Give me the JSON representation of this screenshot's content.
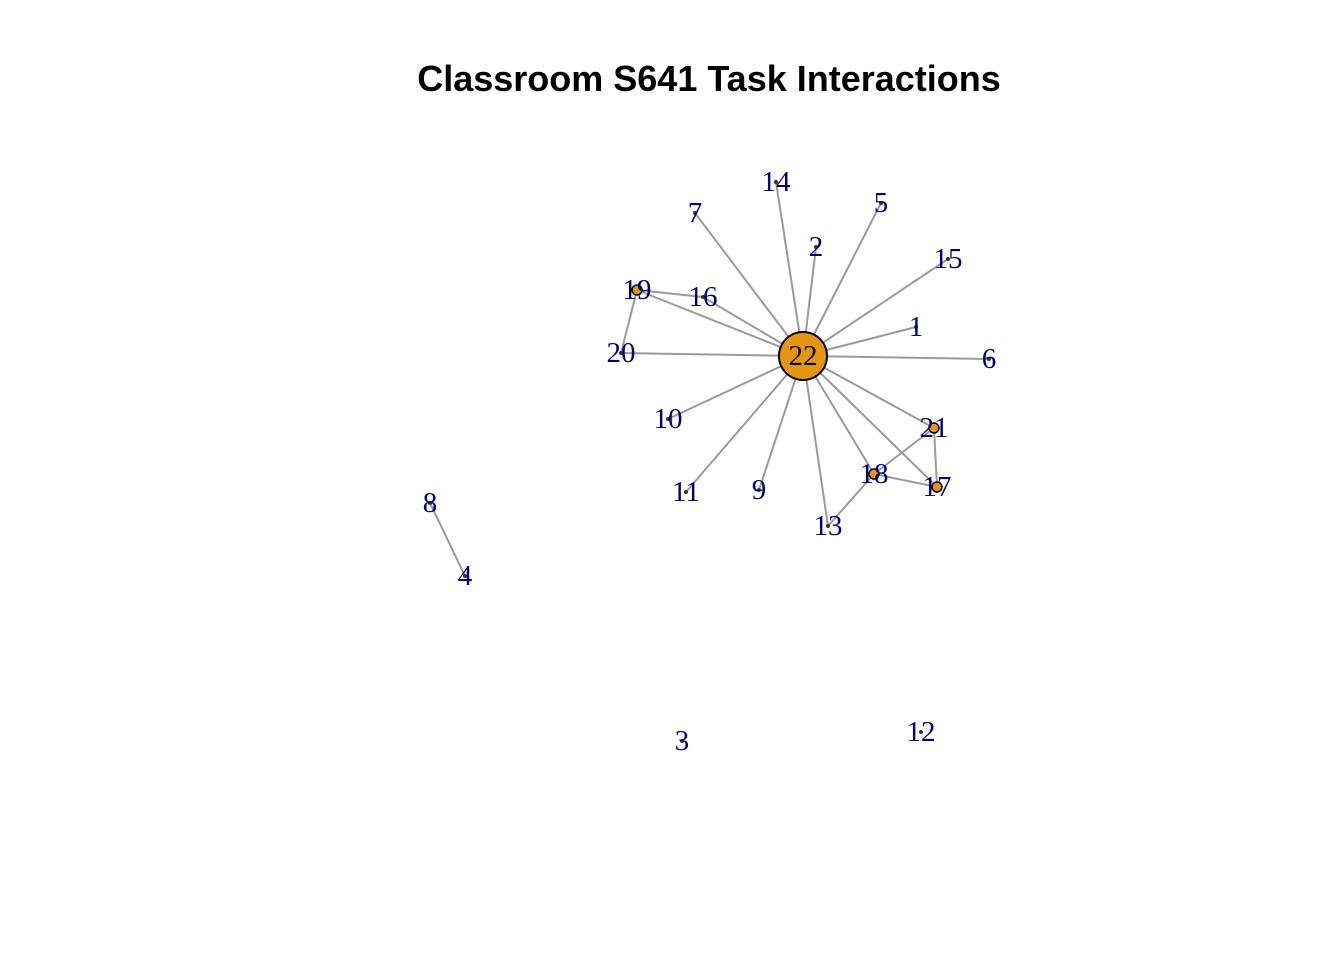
{
  "title": "Classroom S641 Task Interactions",
  "colors": {
    "edge": "#9a9a9a",
    "label": "#00007f",
    "node_fill": "#e69512",
    "node_stroke": "#000000"
  },
  "nodes": [
    {
      "id": "1",
      "size": "small"
    },
    {
      "id": "2",
      "size": "small"
    },
    {
      "id": "3",
      "size": "small"
    },
    {
      "id": "4",
      "size": "small"
    },
    {
      "id": "5",
      "size": "small"
    },
    {
      "id": "6",
      "size": "small"
    },
    {
      "id": "7",
      "size": "small"
    },
    {
      "id": "8",
      "size": "small"
    },
    {
      "id": "9",
      "size": "small"
    },
    {
      "id": "10",
      "size": "small"
    },
    {
      "id": "11",
      "size": "small"
    },
    {
      "id": "12",
      "size": "small"
    },
    {
      "id": "13",
      "size": "small"
    },
    {
      "id": "14",
      "size": "small"
    },
    {
      "id": "15",
      "size": "small"
    },
    {
      "id": "16",
      "size": "small"
    },
    {
      "id": "17",
      "size": "medium"
    },
    {
      "id": "18",
      "size": "medium"
    },
    {
      "id": "19",
      "size": "medium"
    },
    {
      "id": "20",
      "size": "small"
    },
    {
      "id": "21",
      "size": "medium"
    },
    {
      "id": "22",
      "size": "large"
    }
  ],
  "edges": [
    [
      "22",
      "1"
    ],
    [
      "22",
      "2"
    ],
    [
      "22",
      "5"
    ],
    [
      "22",
      "6"
    ],
    [
      "22",
      "7"
    ],
    [
      "22",
      "9"
    ],
    [
      "22",
      "10"
    ],
    [
      "22",
      "11"
    ],
    [
      "22",
      "13"
    ],
    [
      "22",
      "14"
    ],
    [
      "22",
      "15"
    ],
    [
      "22",
      "16"
    ],
    [
      "22",
      "17"
    ],
    [
      "22",
      "18"
    ],
    [
      "22",
      "19"
    ],
    [
      "22",
      "20"
    ],
    [
      "22",
      "21"
    ],
    [
      "19",
      "16"
    ],
    [
      "19",
      "20"
    ],
    [
      "21",
      "17"
    ],
    [
      "21",
      "18"
    ],
    [
      "18",
      "17"
    ],
    [
      "18",
      "13"
    ],
    [
      "8",
      "4"
    ]
  ]
}
